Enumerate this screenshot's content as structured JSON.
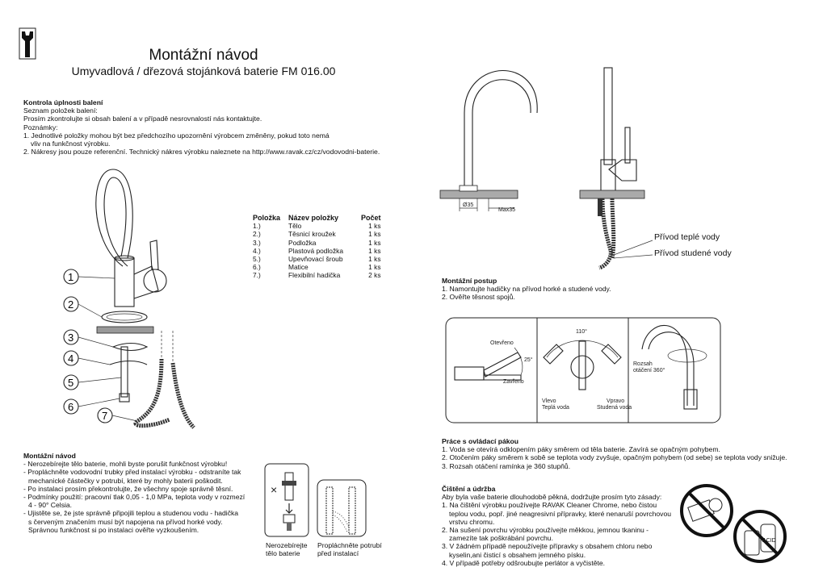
{
  "header": {
    "title": "Montážní návod",
    "subtitle": "Umyvadlová / dřezová stojánková baterie FM 016.00"
  },
  "package_check": {
    "heading": "Kontrola úplnosti balení",
    "lines": [
      "Seznam položek balení:",
      "Prosím zkontrolujte si obsah balení a v případě nesrovnalostí nás kontaktujte.",
      "Poznámky:",
      "1. Jednotlivé položky mohou být bez předchozího upozornění výrobcem změněny, pokud toto nemá",
      "   vliv na funkčnost výrobku.",
      "2. Nákresy jsou pouze referenční. Technický nákres výrobku naleznete na http://www.ravak.cz/cz/vodovodni-baterie."
    ]
  },
  "parts_table": {
    "headers": [
      "Položka",
      "Název položky",
      "Počet"
    ],
    "rows": [
      [
        "1.)",
        "Tělo",
        "1 ks"
      ],
      [
        "2.)",
        "Těsnicí kroužek",
        "1 ks"
      ],
      [
        "3.)",
        "Podložka",
        "1 ks"
      ],
      [
        "4.)",
        "Plastová podložka",
        "1 ks"
      ],
      [
        "5.)",
        "Upevňovací šroub",
        "1 ks"
      ],
      [
        "6.)",
        "Matice",
        "1 ks"
      ],
      [
        "7.)",
        "Flexibilní hadička",
        "2 ks"
      ]
    ]
  },
  "exploded_callouts": [
    "1",
    "2",
    "3",
    "4",
    "5",
    "6",
    "7"
  ],
  "mounting_left": {
    "heading": "Montážní návod",
    "lines": [
      "- Nerozebírejte tělo baterie, mohli byste porušit funkčnost výrobku!",
      "- Propláchněte vodovodní trubky před instalací výrobku - odstraníte tak",
      "  mechanické částečky v potrubí, které by mohly baterii poškodit.",
      "- Po instalaci prosím překontrolujte, že všechny spoje správně těsní.",
      "- Podmínky použití: pracovní tlak 0,05 - 1,0 MPa, teplota vody v rozmezí",
      "  4 - 90° Celsia.",
      "- Ujistěte se, že jste správně připojili teplou a studenou vodu - hadička",
      "  s červeným značením musí být napojena na přívod horké vody.",
      "  Správnou funkčnost si po instalaci ověřte vyzkoušením."
    ]
  },
  "warning_captions": {
    "left": [
      "Nerozebírejte",
      "tělo baterie"
    ],
    "right": [
      "Propláchněte potrubí",
      "před instalací"
    ]
  },
  "dimension_labels": {
    "diameter": "Ø35",
    "max": "Max35"
  },
  "supply_labels": {
    "hot": "Přívod teplé vody",
    "cold": "Přívod studené vody"
  },
  "mounting_procedure": {
    "heading": "Montážní postup",
    "lines": [
      "1. Namontujte hadičky na přívod horké a studené vody.",
      "2. Ověřte těsnost spojů."
    ]
  },
  "lever_diagram": {
    "open": "Otevřeno",
    "angle": "25°",
    "closed": "Zavřeno",
    "rotation": "110°",
    "left_label": [
      "Vlevo",
      "Teplá voda"
    ],
    "right_label": [
      "Vpravo",
      "Studená voda"
    ],
    "swivel": [
      "Rozsah",
      "otáčení 360°"
    ]
  },
  "lever_operation": {
    "heading": "Práce s ovládací pákou",
    "lines": [
      "1. Voda se otevírá odklopením páky směrem od těla baterie. Zavírá se opačným pohybem.",
      "2. Otočením páky směrem k sobě se teplota vody zvyšuje, opačným pohybem (od sebe) se teplota vody snižuje.",
      "3. Rozsah otáčení ramínka je 360 stupňů."
    ]
  },
  "cleaning": {
    "heading": "Čištění a údržba",
    "lines": [
      "Aby byla vaše baterie dlouhodobě pěkná, dodržujte prosím tyto zásady:",
      "1. Na čištění výrobku používejte RAVAK Cleaner Chrome, nebo čistou",
      "   teplou vodu, popř. jiné neagresivní přípravky, které nenaruší povrchovou",
      "   vrstvu chromu.",
      "2. Na sušení povrchu výrobku používejte měkkou, jemnou tkaninu -",
      "   zamezíte tak poškrábání povrchu.",
      "3. V žádném případě nepoužívejte přípravky s obsahem chloru nebo",
      "   kyselin,ani čisticí s obsahem jemného písku.",
      "4. V případě potřeby odšroubujte perlátor a vyčistěte."
    ]
  },
  "acid_label": "ACID"
}
